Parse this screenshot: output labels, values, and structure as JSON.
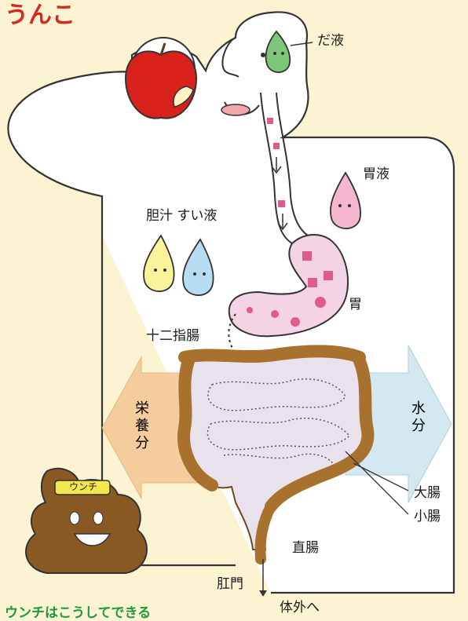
{
  "title": "うんこ",
  "caption": "ウンチはこうしてできる",
  "labels": {
    "saliva": "だ液",
    "gastric_juice": "胃液",
    "bile_pancreatic": "胆汁 すい液",
    "stomach": "胃",
    "duodenum": "十二指腸",
    "large_intestine": "大腸",
    "small_intestine": "小腸",
    "rectum": "直腸",
    "anus": "肛門",
    "out_of_body": "体外へ",
    "nutrients": "栄養分",
    "water": "水分",
    "headband": "ウンチ"
  },
  "colors": {
    "background": "#fbf3d2",
    "title": "#d62a1f",
    "caption": "#1e9a3a",
    "large_intestine": "#a8722e",
    "nutrient_arrow": "#f5c896",
    "water_arrow": "#cfe6ef"
  }
}
